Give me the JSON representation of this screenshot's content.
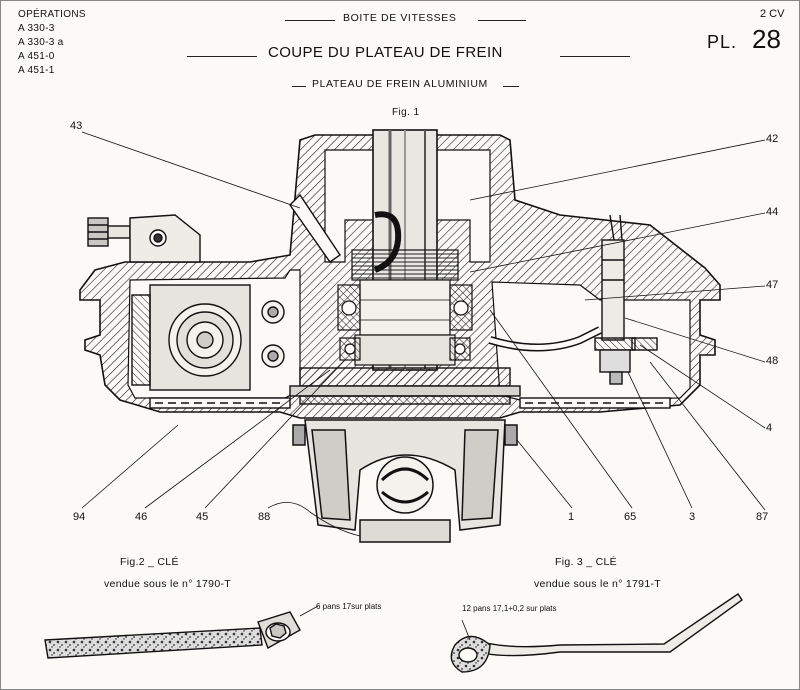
{
  "operations": {
    "heading": "OPÉRATIONS",
    "items": [
      "A  330-3",
      "A  330-3 a",
      "A  451-0",
      "A  451-1"
    ]
  },
  "header": {
    "top_title": "BOITE DE VITESSES",
    "main_title": "COUPE DU PLATEAU DE FREIN",
    "sub_title": "PLATEAU DE FREIN ALUMINIUM",
    "model": "2 CV",
    "plate_prefix": "PL.",
    "plate_number": "28"
  },
  "figures": {
    "fig1": "Fig. 1",
    "fig2_title": "Fig.2  _  CLÉ",
    "fig2_caption": "vendue sous le n° 1790-T",
    "fig2_note": "6 pans 17sur plats",
    "fig3_title": "Fig. 3  _  CLÉ",
    "fig3_caption": "vendue sous le n° 1791-T",
    "fig3_note": "12 pans 17,1+0,2 sur plats"
  },
  "callouts": {
    "c43": "43",
    "c42": "42",
    "c44": "44",
    "c47": "47",
    "c48": "48",
    "c4": "4",
    "c87": "87",
    "c3": "3",
    "c65": "65",
    "c1": "1",
    "c88": "88",
    "c45": "45",
    "c46": "46",
    "c94": "94"
  }
}
